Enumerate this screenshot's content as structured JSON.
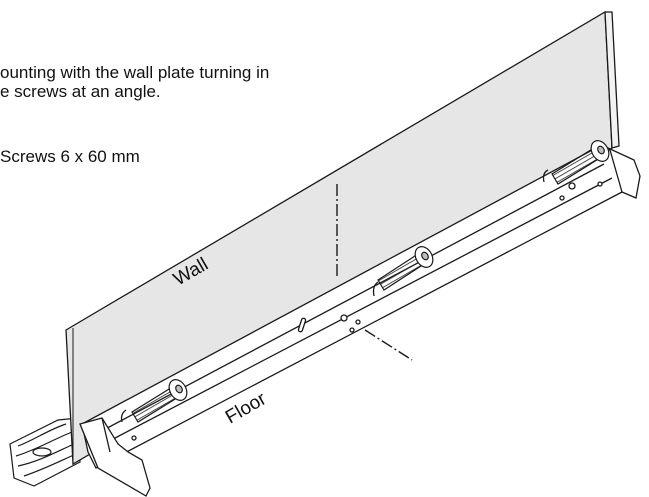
{
  "instructions": {
    "line1": "ounting with the wall plate turning in",
    "line2": "e screws at an angle.",
    "screws": "Screws 6 x 60 mm"
  },
  "labels": {
    "wall": "Wall",
    "floor": "Floor"
  },
  "colors": {
    "wall_fill": "#e6e6e6",
    "outline": "#1a1a1a",
    "screw_fill": "#bdbdbd",
    "plate_fill": "#ffffff"
  }
}
